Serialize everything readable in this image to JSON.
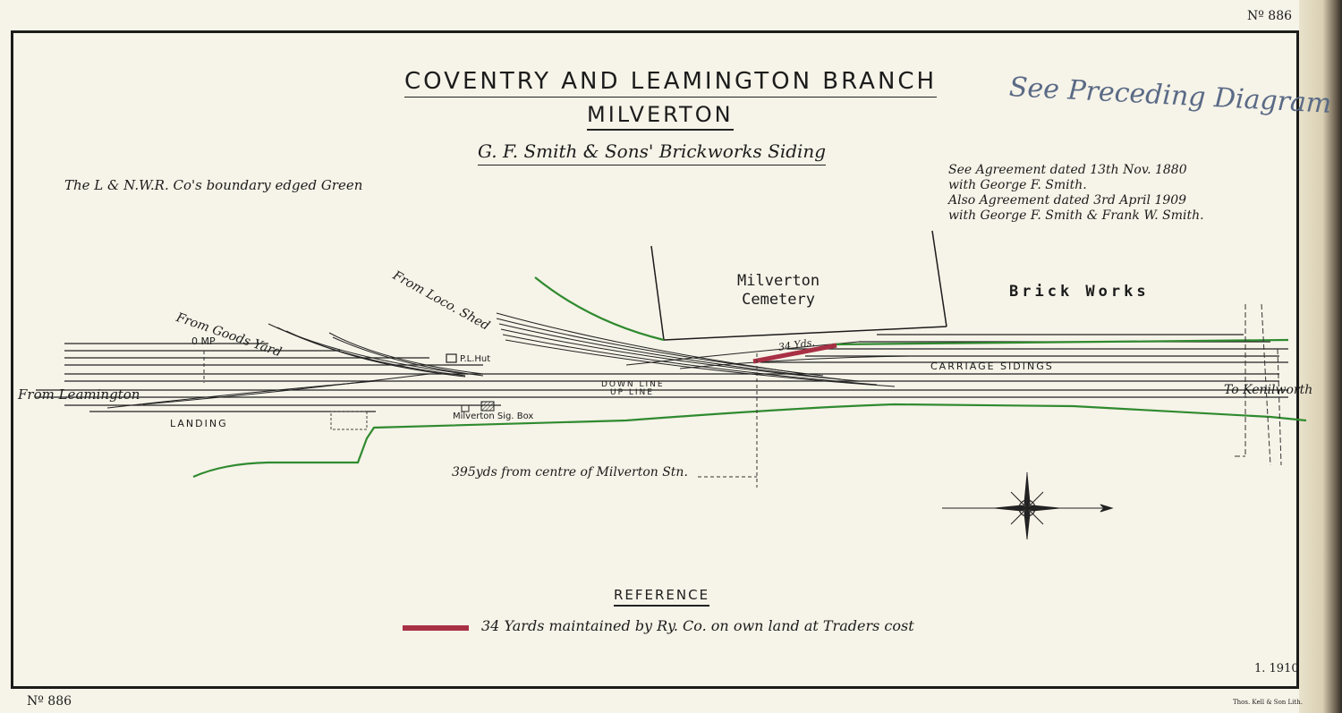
{
  "sheet_number_top": "Nº 886",
  "sheet_number_bottom": "Nº 886",
  "date_code": "1. 1910",
  "printer_mark": "Thos. Kell & Son Lith.",
  "title": {
    "branch": "COVENTRY AND LEAMINGTON BRANCH",
    "station": "MILVERTON",
    "siding": "G. F. Smith & Sons' Brickworks Siding"
  },
  "note_see_preceding": "See Preceding Diagram",
  "boundary_note": "The L & N.W.R. Co's boundary edged Green",
  "agreement_notes": [
    "See Agreement dated 13th Nov. 1880",
    "with George F. Smith.",
    "Also Agreement dated 3rd April 1909",
    "with George F. Smith & Frank W. Smith."
  ],
  "labels": {
    "cemetery_line1": "Milverton",
    "cemetery_line2": "Cemetery",
    "brick_works": "Brick Works",
    "from_leamington": "From Leamington",
    "from_goods_yard": "From Goods Yard",
    "from_loco_shed": "From Loco. Shed",
    "mile_post": "0 MP",
    "pl_hut": "P.L.Hut",
    "signal_box": "Milverton Sig. Box",
    "down_line": "DOWN LINE",
    "up_line": "UP LINE",
    "landing": "LANDING",
    "carriage_sidings": "CARRIAGE SIDINGS",
    "to_kenilworth": "To Kenilworth",
    "distance_note": "395yds from centre of Milverton Stn.",
    "yards_marker": "34 Yds."
  },
  "reference": {
    "title": "REFERENCE",
    "legend_text": "34 Yards maintained by Ry. Co. on own land at Traders cost",
    "legend_color": "#a83045"
  },
  "colors": {
    "boundary_green": "#2f8a2f",
    "track_black": "#222222",
    "siding_red": "#a83045",
    "pencil_note": "#5a6a86"
  }
}
